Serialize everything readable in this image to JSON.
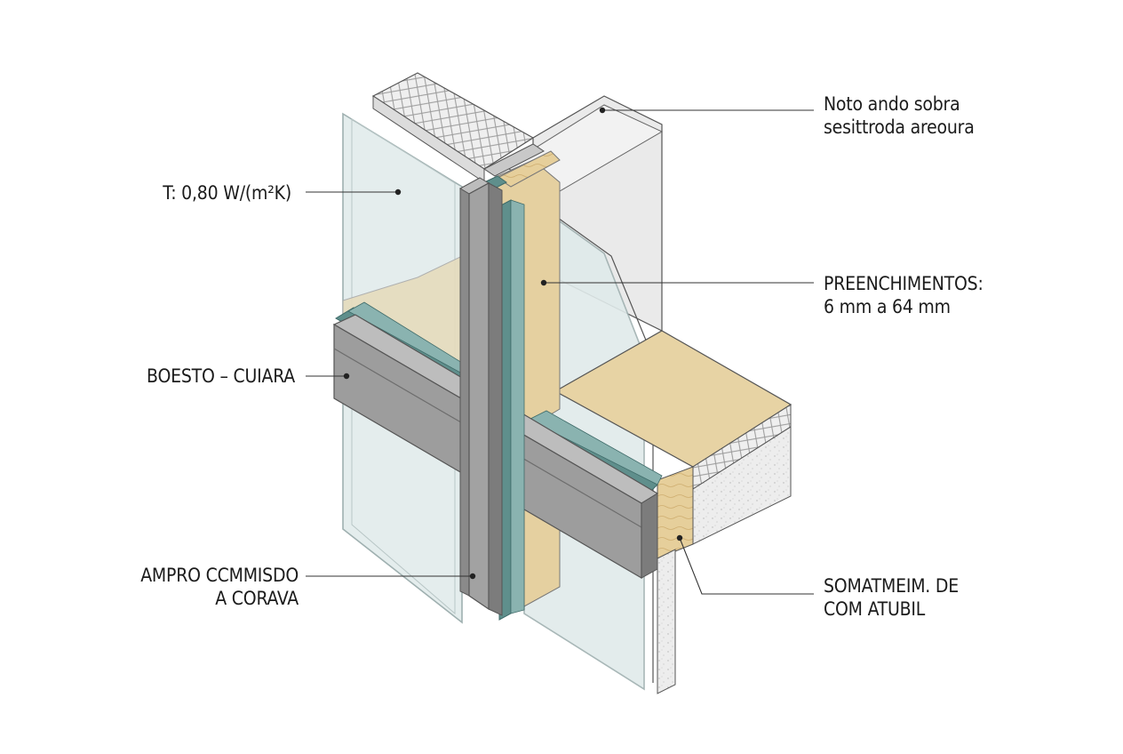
{
  "colors": {
    "glass": "#e3ecec",
    "glass_edge": "#9fb0b0",
    "wall": "#ececec",
    "wood": "#e7d3a4",
    "wood_dark": "#d8bd84",
    "mullion": "#9b9b9b",
    "mullion_dark": "#7c7c7c",
    "mullion_light": "#bdbdbd",
    "gasket": "#5f8f8c",
    "insulation": "#e9e9e9",
    "line": "#333333"
  },
  "callouts": {
    "u_value": {
      "lines": [
        "T: 0,80 W/(m²K)"
      ]
    },
    "beam": {
      "lines": [
        "BOESTO – CUIARA"
      ]
    },
    "mullion": {
      "lines": [
        "AMPRO CCMMISDO",
        "A CORAVA"
      ]
    },
    "top_right": {
      "lines": [
        "Noto ando sobra",
        "sesittroda areoura"
      ]
    },
    "infill": {
      "lines": [
        "PREENCHIMENTOS:",
        "6 mm a 64 mm"
      ]
    },
    "bottom_right": {
      "lines": [
        "SOMATMEIM. DE",
        "COM ATUBIL"
      ]
    }
  }
}
